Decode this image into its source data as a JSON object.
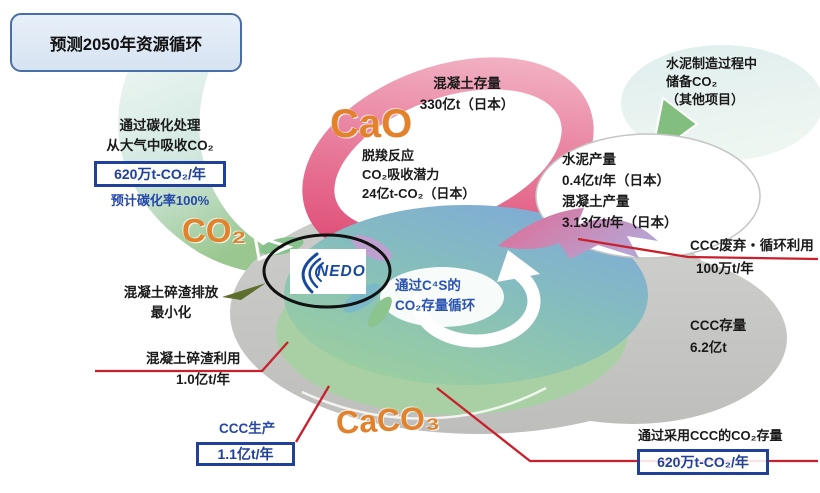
{
  "title_box": {
    "text": "预测2050年资源循环"
  },
  "left": {
    "carbonation": "通过碳化处理\n从大气中吸收CO₂",
    "carbonation_value": "620万t-CO₂/年",
    "carbonation_rate": "预计碳化率100%",
    "co2_label": "CO₂",
    "debris_min": "混凝土碎渣排放\n最小化",
    "debris_use": "混凝土碎渣利用",
    "debris_use_value": "1.0亿t/年",
    "ccc_production": "CCC生产",
    "ccc_production_value": "1.1亿t/年"
  },
  "center": {
    "concrete_stock": "混凝土存量\n330亿t（日本）",
    "cao": "CaO",
    "decarboxylation": "脱羧反应\nCO₂吸收潜力\n24亿t-CO₂（日本）",
    "c4s_cycle": "通过C⁴S的\nCO₂存量循环",
    "caco3": "CaCO₃",
    "nedo": "NEDO"
  },
  "right": {
    "cement_co2_storage": "水泥制造过程中\n储备CO₂\n（其他项目）",
    "cement_production": "水泥产量\n0.4亿t/年（日本）\n混凝土产量\n3.13亿t/年（日本）",
    "ccc_waste": "CCC废弃・循环利用",
    "ccc_waste_value": "100万t/年",
    "ccc_stock": "CCC存量\n6.2亿t",
    "ccc_co2_storage": "通过采用CCC的CO₂存量",
    "ccc_co2_storage_value": "620万t-CO₂/年"
  },
  "colors": {
    "orange_label": "#e2822d",
    "blue_text": "#2547a8",
    "value_box_border": "#20409a",
    "red_line": "#c9202c",
    "pink_ribbon": "#dd3f6b",
    "teal_swirl": "#9dc98f",
    "basin_blue": "#7ea9da",
    "basin_green": "#9ccf9f",
    "title_box_fill": "#d6e3f2"
  }
}
